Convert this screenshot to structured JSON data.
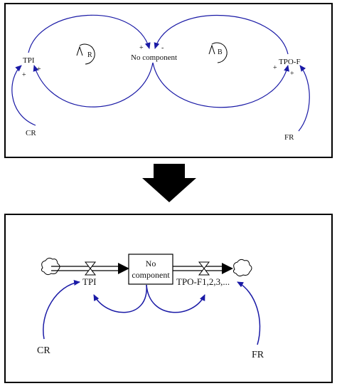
{
  "top_diagram": {
    "variables": {
      "tpi": "TPI",
      "center": "No component",
      "tpo": "TPO-F",
      "cr": "CR",
      "fr": "FR"
    },
    "loops": {
      "left": "R",
      "right": "B"
    },
    "polarities": {
      "left_loop_to_center": "+",
      "right_loop_to_center": "-",
      "to_tpi_a": "+",
      "to_tpi_b": "+",
      "to_tpo_a": "+",
      "to_tpo_b": "+"
    }
  },
  "bottom_diagram": {
    "stock": {
      "line1": "No",
      "line2": "component"
    },
    "inflow": "TPI",
    "outflow": "TPO-F1,2,3,...",
    "cr": "CR",
    "fr": "FR"
  },
  "colors": {
    "link": "#1a1aa6",
    "arrowhead": "#1a1aa6",
    "line": "#000000"
  }
}
